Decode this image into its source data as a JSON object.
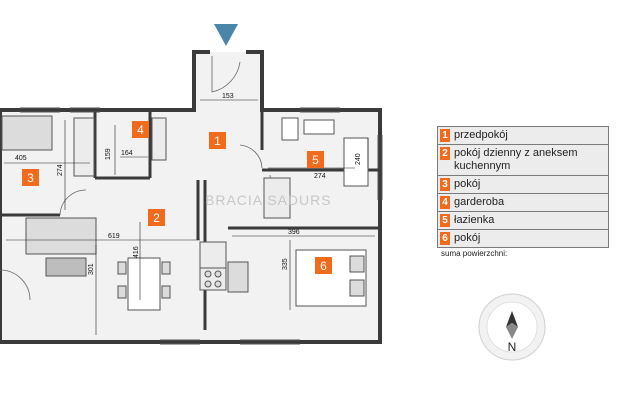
{
  "colors": {
    "accent": "#f26b1d",
    "wall": "#3a3a3a",
    "entrance_marker": "#4a86a8"
  },
  "rooms": [
    {
      "number": "1",
      "name": "przedpokój"
    },
    {
      "number": "2",
      "name": "pokój dzienny z aneksem kuchennym"
    },
    {
      "number": "3",
      "name": "pokój"
    },
    {
      "number": "4",
      "name": "garderoba"
    },
    {
      "number": "5",
      "name": "łazienka"
    },
    {
      "number": "6",
      "name": "pokój"
    }
  ],
  "dimensions": {
    "d153": "153",
    "d405": "405",
    "d159": "159",
    "d164": "164",
    "d274a": "274",
    "d274b": "274",
    "d240": "240",
    "d619": "619",
    "d416": "416",
    "d396": "396",
    "d301": "301",
    "d335": "335"
  },
  "watermark": "BRACIA SADURS",
  "suma_label": "suma powierzchni:",
  "compass": {
    "letter": "N",
    "icon": "compass-icon"
  }
}
